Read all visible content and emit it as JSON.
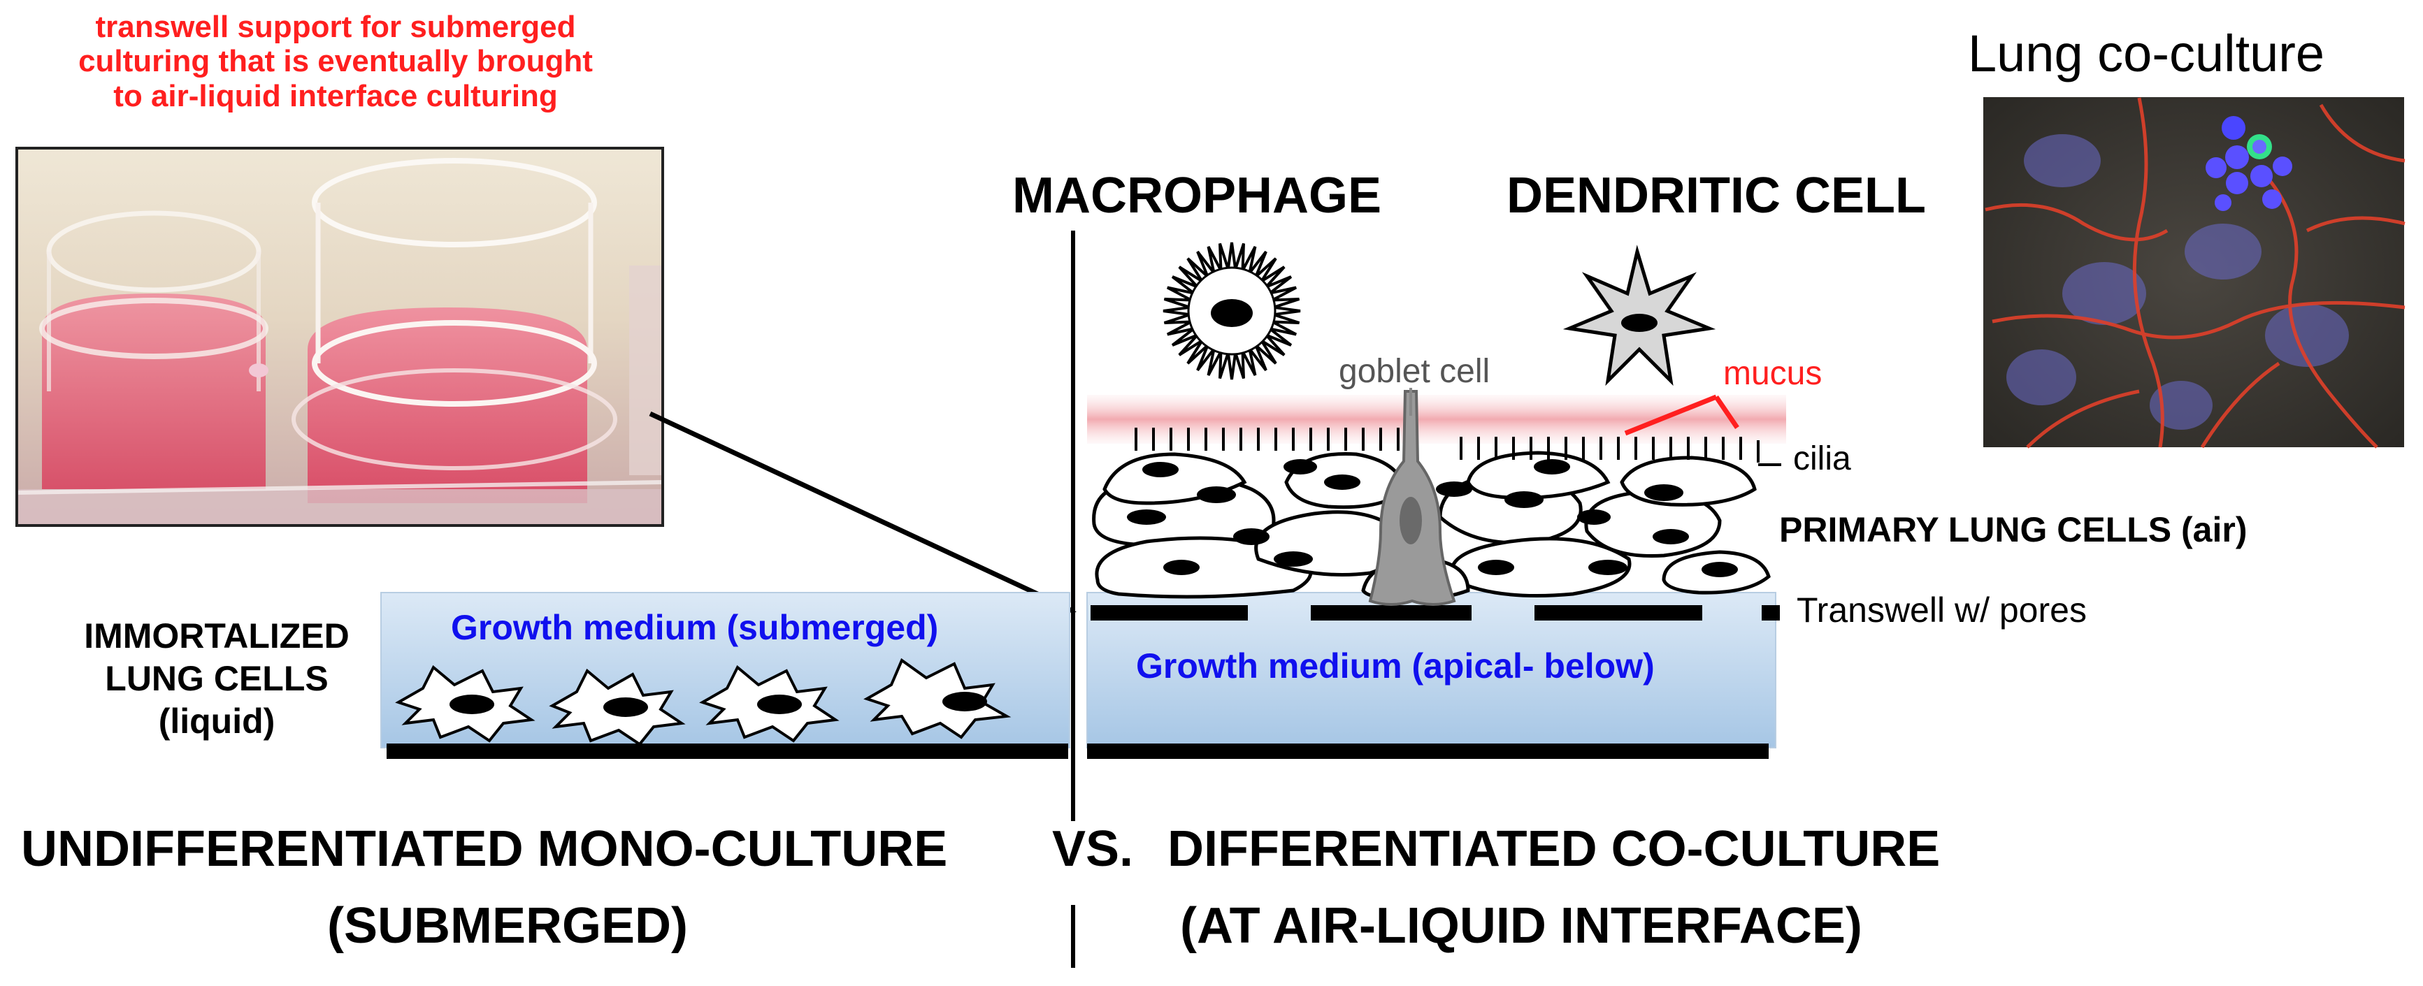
{
  "photo_caption": {
    "line1": "transwell support for submerged",
    "line2": "culturing that is eventually brought",
    "line3": "to air-liquid interface culturing"
  },
  "micrograph_title": "Lung co-culture",
  "cell_types": {
    "macrophage": "MACROPHAGE",
    "dendritic": "DENDRITIC CELL",
    "goblet": "goblet cell"
  },
  "labels": {
    "mucus": "mucus",
    "cilia": "cilia",
    "primary_cells": "PRIMARY LUNG CELLS (air)",
    "transwell": "Transwell w/ pores"
  },
  "left_panel": {
    "medium": "Growth medium (submerged)",
    "cells_line1": "IMMORTALIZED",
    "cells_line2": "LUNG CELLS",
    "cells_line3": "(liquid)"
  },
  "right_panel": {
    "medium": "Growth medium (apical- below)"
  },
  "bottom": {
    "left_line1": "UNDIFFERENTIATED MONO-CULTURE",
    "left_line2": "(SUBMERGED)",
    "vs": "VS.",
    "right_line1": "DIFFERENTIATED CO-CULTURE",
    "right_line2": "(AT AIR-LIQUID INTERFACE)"
  },
  "colors": {
    "caption_red": "#ff1f1f",
    "medium_text_blue": "#1010ee",
    "medium_fill_top": "#d9e7f5",
    "medium_fill_bottom": "#a9c8e6",
    "mucus_pink": "#f4b8bc",
    "goblet_gray": "#9a9a9a"
  }
}
